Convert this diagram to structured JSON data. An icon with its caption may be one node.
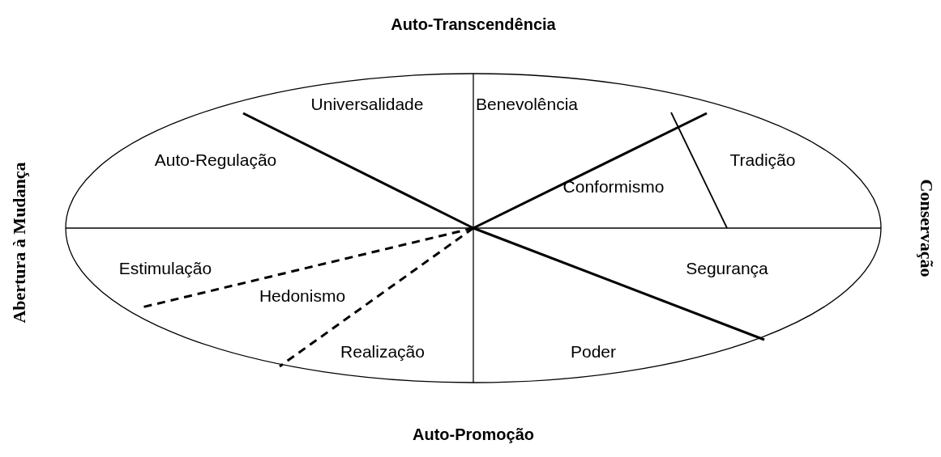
{
  "diagram": {
    "labels": [
      "Auto-Transcendência",
      "Universalidade",
      "Benevolência",
      "Auto-Regulação",
      "Tradição",
      "Conformismo",
      "Abertura à Mudança",
      "Conservação",
      "Estimulação",
      "Segurança",
      "Hedonismo",
      "Realização",
      "Poder",
      "Auto-Promoção"
    ]
  }
}
